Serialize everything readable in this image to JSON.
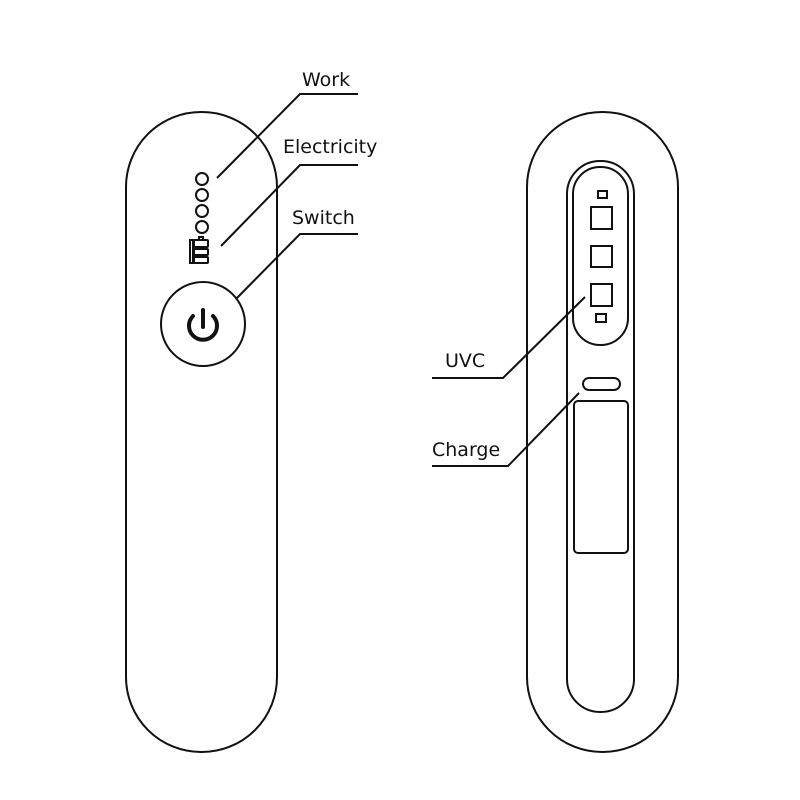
{
  "front_view": {
    "labels": {
      "work": "Work",
      "electricity": "Electricity",
      "switch": "Switch"
    },
    "indicator_icons": [
      "work-dots-icon",
      "battery-icon",
      "power-icon"
    ]
  },
  "back_view": {
    "labels": {
      "uvc": "UVC",
      "charge": "Charge"
    }
  }
}
